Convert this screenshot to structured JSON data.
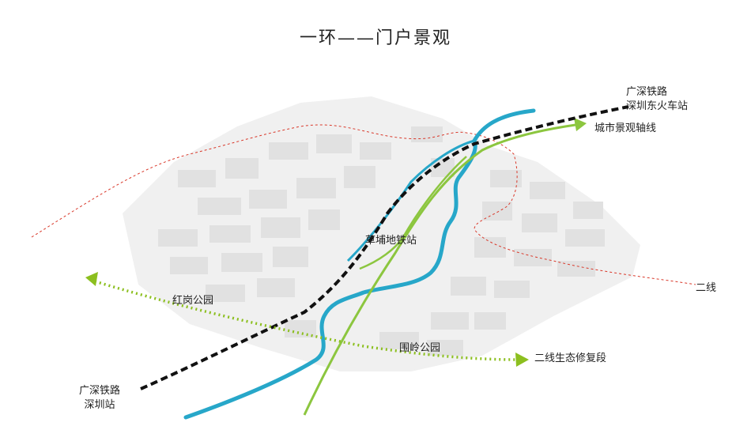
{
  "title": "一环——门户景观",
  "labels": {
    "rail_north_line1": "广深铁路",
    "rail_north_line2": "深圳东火车站",
    "city_axis": "城市景观轴线",
    "metro_station": "草埔地铁站",
    "second_line": "二线",
    "honggang_park": "红岗公园",
    "weiling_park": "围岭公园",
    "eco_section": "二线生态修复段",
    "rail_south_line1": "广深铁路",
    "rail_south_line2": "深圳站"
  },
  "colors": {
    "railway": "#111111",
    "green_axis": "#8cc63f",
    "eco_dotted": "#8cbf1f",
    "boundary": "#d9382a",
    "river": "#27a7c9",
    "buildings": "#e1e1e1"
  }
}
